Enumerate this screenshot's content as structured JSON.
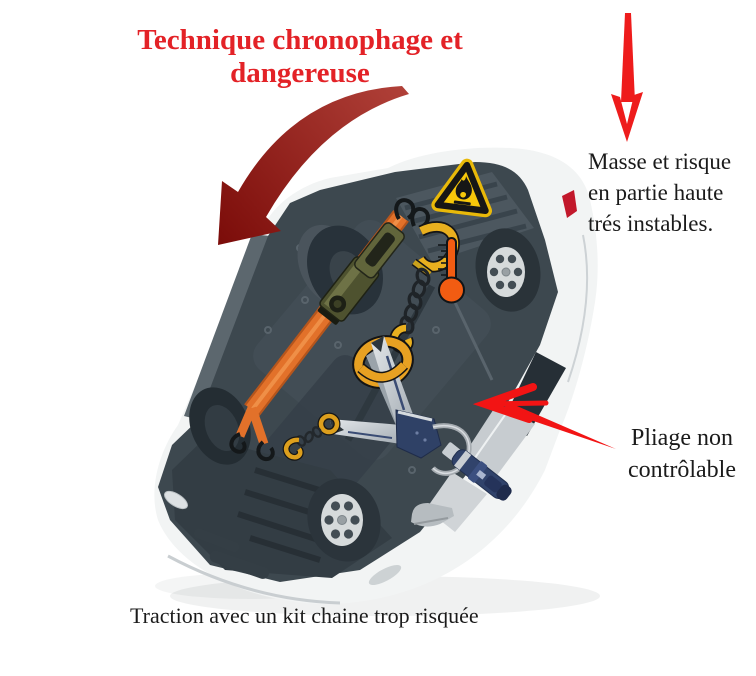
{
  "title": {
    "text": "Technique chronophage et dangereuse",
    "color": "#e32227"
  },
  "notes": {
    "masse": {
      "text": "Masse et risque\nen partie haute\ntrés instables."
    },
    "pliage": {
      "text": "Pliage non\ncontrôlable"
    },
    "caption": {
      "text": "Traction avec un kit chaine trop risquée"
    }
  },
  "illustration": {
    "subject": "overturned-car-on-roof-with-chain-traction-kit",
    "icons": [
      {
        "name": "rotation-arrow-icon",
        "color": "#7c0d0a"
      },
      {
        "name": "down-arrow-icon",
        "color": "#ee1c1c"
      },
      {
        "name": "pointer-arrow-icon",
        "color": "#f21414"
      },
      {
        "name": "flammable-warning-icon",
        "color": "#f7c70a"
      },
      {
        "name": "thermometer-icon",
        "color": "#f25c12"
      }
    ],
    "colors": {
      "car_body": "#f2f4f4",
      "chassis": "#3d484f",
      "strap_orange": "#e2712a",
      "hardware_yellow": "#e9a122",
      "tool_navy": "#2e4066"
    }
  }
}
